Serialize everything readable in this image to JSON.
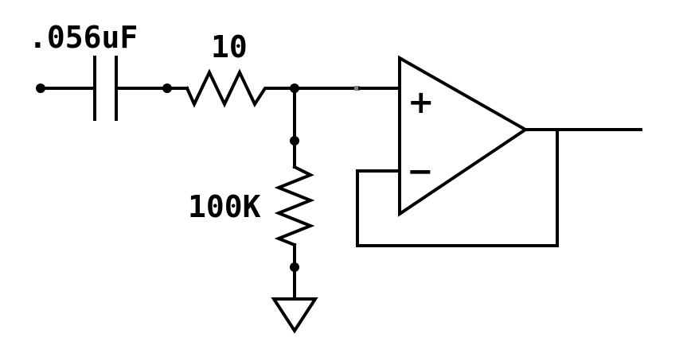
{
  "capacitor": {
    "label": ".056uF"
  },
  "resistor_series": {
    "label": "10"
  },
  "resistor_shunt": {
    "label": "100K"
  },
  "opamp": {
    "plus_symbol": "+",
    "minus_symbol": "−"
  },
  "colors": {
    "line": "#000000",
    "pin_marker": "#808080",
    "background": "#ffffff"
  }
}
